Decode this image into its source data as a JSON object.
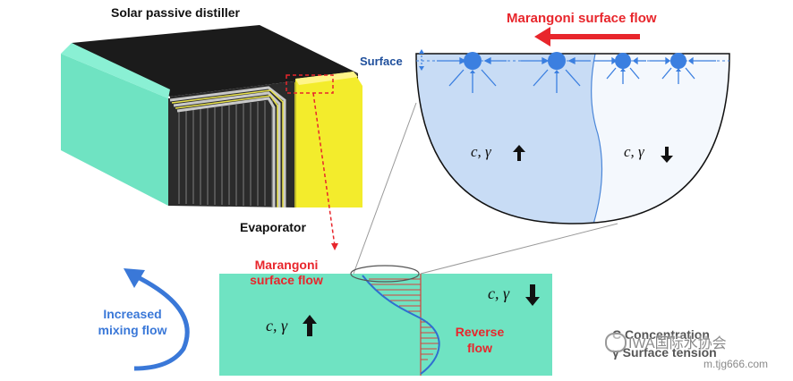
{
  "title": "Solar passive distiller",
  "labels": {
    "evaporator": "Evaporator",
    "marangoni_top": "Marangoni surface flow",
    "surface": "Surface",
    "marangoni_bottom": "Marangoni surface flow",
    "reverse_flow": "Reverse flow",
    "increased_mixing": "Increased mixing flow",
    "c_gamma_up_zoom": "c, γ",
    "c_gamma_down_zoom": "c, γ",
    "c_gamma_up_channel": "c, γ",
    "c_gamma_down_channel": "c, γ"
  },
  "legend": {
    "c_def": "C Concentration",
    "gamma_def": "γ Surface tension"
  },
  "watermark": {
    "org": "IWA国际水协会",
    "url": "m.tjg666.com"
  },
  "colors": {
    "teal": "#6fe3c2",
    "yellow": "#f3ec2c",
    "zoom_blue": "#cfe0f6",
    "arrow_red": "#e8262c",
    "node_blue": "#3b7fe0",
    "flow_blue": "#3a78d8"
  }
}
